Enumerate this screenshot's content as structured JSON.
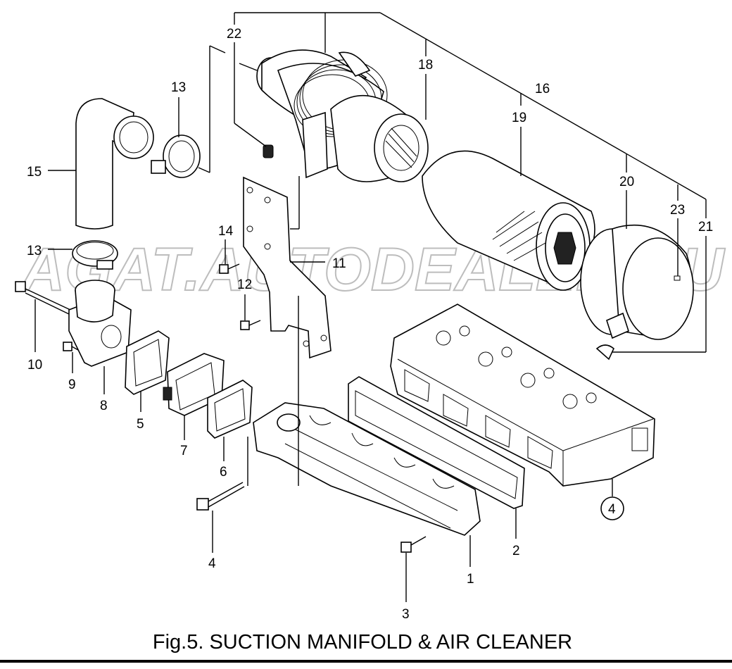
{
  "caption": "Fig.5.  SUCTION MANIFOLD & AIR CLEANER",
  "watermark": "AGAT.AUTODEALER.RU",
  "callouts": {
    "c1": "1",
    "c2": "2",
    "c3": "3",
    "c4": "4",
    "c4_circled": "4",
    "c5": "5",
    "c6": "6",
    "c7": "7",
    "c8": "8",
    "c9": "9",
    "c10": "10",
    "c11": "11",
    "c12": "12",
    "c13_top": "13",
    "c13_left": "13",
    "c14": "14",
    "c15": "15",
    "c16": "16",
    "c18": "18",
    "c19": "19",
    "c20": "20",
    "c21": "21",
    "c22": "22",
    "c23": "23"
  }
}
